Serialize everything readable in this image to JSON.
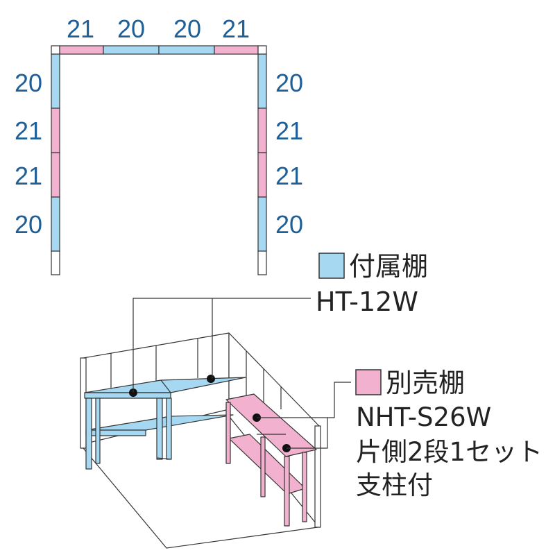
{
  "colors": {
    "accessory_shelf": "#a6d8f2",
    "separate_shelf": "#f2b2cf",
    "dimension_text": "#1f5f98",
    "outline": "#333333",
    "blank_segment": "#ffffff"
  },
  "plan": {
    "top": [
      "21",
      "20",
      "20",
      "21"
    ],
    "left": [
      "20",
      "21",
      "21",
      "20"
    ],
    "right": [
      "20",
      "21",
      "21",
      "20"
    ]
  },
  "legend": {
    "accessory": {
      "label": "付属棚",
      "model": "HT-12W"
    },
    "separate": {
      "label": "別売棚",
      "model": "NHT-S26W",
      "line2": "片側2段1セット",
      "line3": "支柱付"
    }
  }
}
